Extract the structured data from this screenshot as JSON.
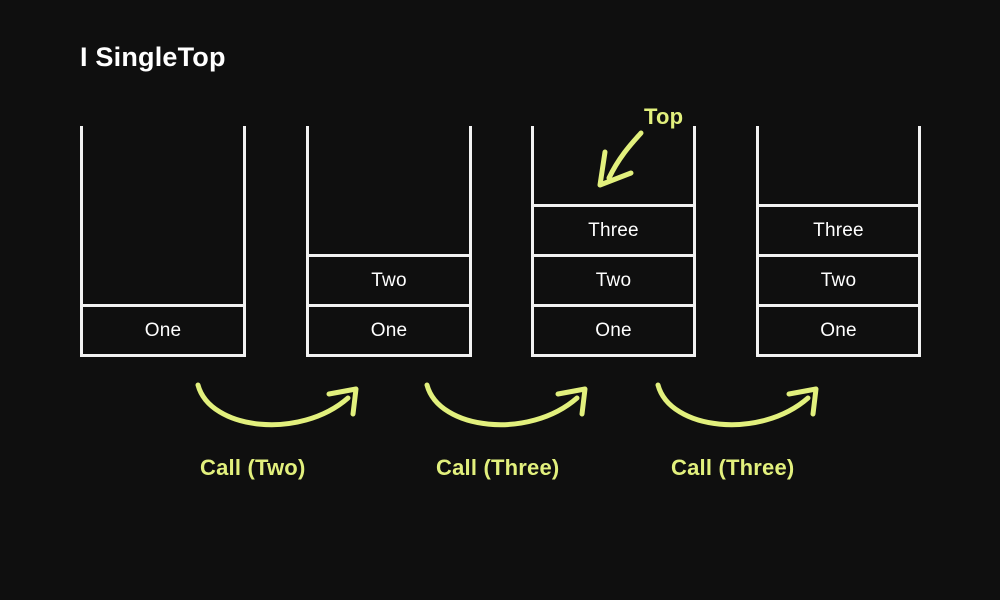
{
  "slide": {
    "title": "I SingleTop",
    "background_color": "#0f0f0f",
    "stack_border_color": "#f2f2f2",
    "text_color": "#ffffff",
    "accent_color": "#e2f07d"
  },
  "stacks": [
    {
      "name": "stack-1",
      "cells": [
        "One"
      ],
      "empty_slots": 3,
      "top_label": null
    },
    {
      "name": "stack-2",
      "cells": [
        "Two",
        "One"
      ],
      "empty_slots": 2,
      "top_label": null
    },
    {
      "name": "stack-3",
      "cells": [
        "Three",
        "Two",
        "One"
      ],
      "empty_slots": 1,
      "top_label": "Top"
    },
    {
      "name": "stack-4",
      "cells": [
        "Three",
        "Two",
        "One"
      ],
      "empty_slots": 1,
      "top_label": null
    }
  ],
  "transitions": [
    {
      "label": "Call (Two)"
    },
    {
      "label": "Call (Three)"
    },
    {
      "label": "Call (Three)"
    }
  ],
  "annotations": {
    "top_pointer_label": "Top"
  }
}
